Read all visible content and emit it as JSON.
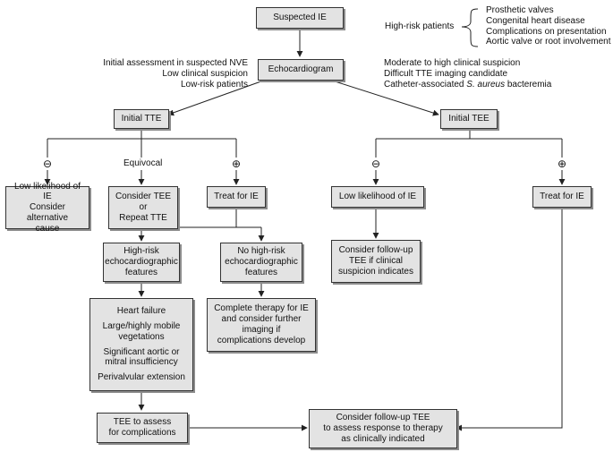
{
  "suspected_ie": "Suspected IE",
  "echocardiogram": "Echocardiogram",
  "high_risk_patients": {
    "label": "High-risk patients",
    "items": [
      "Prosthetic valves",
      "Congenital heart disease",
      "Complications on presentation",
      "Aortic valve or root involvement"
    ]
  },
  "left_criteria": [
    "Initial assessment in suspected NVE",
    "Low clinical suspicion",
    "Low-risk patients"
  ],
  "right_criteria": {
    "line1": "Moderate to high clinical suspicion",
    "line2": "Difficult TTE imaging candidate",
    "line3_prefix": "Catheter-associated ",
    "line3_italic": "S. aureus",
    "line3_suffix": " bacteremia"
  },
  "initial_tte": "Initial TTE",
  "initial_tee": "Initial TEE",
  "symbols": {
    "negative": "⊖",
    "positive": "⊕"
  },
  "equivocal": "Equivocal",
  "tte_branches": {
    "low_likelihood": [
      "Low likelihood of IE",
      "Consider alternative",
      "cause"
    ],
    "consider_tee": [
      "Consider TEE",
      "or",
      "Repeat TTE"
    ],
    "treat": "Treat for IE"
  },
  "tee_branches": {
    "low_likelihood": "Low likelihood of IE",
    "treat": "Treat for IE",
    "follow_up": [
      "Consider follow-up",
      "TEE if clinical",
      "suspicion indicates"
    ]
  },
  "high_risk_features": [
    "High-risk",
    "echocardiographic",
    "features"
  ],
  "no_high_risk_features": [
    "No high-risk",
    "echocardiographic",
    "features"
  ],
  "features_list": [
    "Heart failure",
    "Large/highly mobile vegetations",
    "Significant aortic or mitral insufficiency",
    "Perivalvular extension"
  ],
  "complete_therapy": [
    "Complete therapy for IE",
    "and consider further",
    "imaging if",
    "complications develop"
  ],
  "tee_assess": [
    "TEE to assess",
    "for complications"
  ],
  "follow_up_final": [
    "Consider follow-up TEE",
    "to assess response to therapy",
    "as clinically indicated"
  ]
}
